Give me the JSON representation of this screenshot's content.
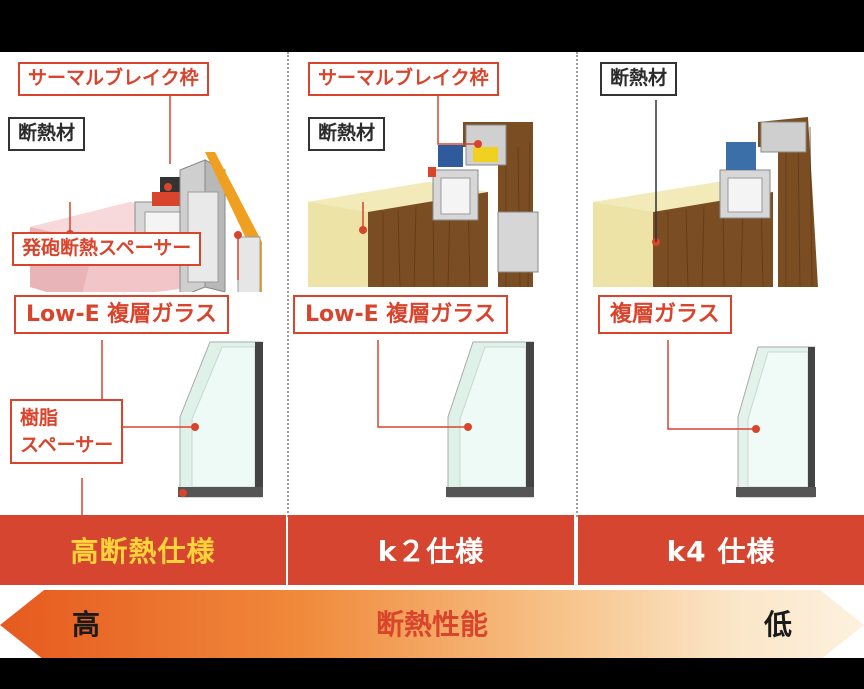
{
  "columns": [
    {
      "labels": {
        "frame": "サーマルブレイク枠",
        "insulation": "断熱材",
        "spacer_foam": "発砲断熱スペーサー",
        "glass": "Low-E 複層ガラス",
        "resin_spacer_line1": "樹脂",
        "resin_spacer_line2": "スペーサー"
      },
      "spec": "高断熱仕様"
    },
    {
      "labels": {
        "frame": "サーマルブレイク枠",
        "insulation": "断熱材",
        "glass": "Low-E 複層ガラス"
      },
      "spec": "k２仕様"
    },
    {
      "labels": {
        "insulation": "断熱材",
        "glass": "複層ガラス"
      },
      "spec": "k4 仕様"
    }
  ],
  "performance_arrow": {
    "high": "高",
    "title": "断熱性能",
    "low": "低"
  },
  "colors": {
    "accent_red": "#d9442d",
    "band_red": "#d6452f",
    "spec_highlight": "#ffd43b",
    "spec_text": "#ffffff",
    "insulation_pink": "#f2c6c9",
    "insulation_yellow": "#ede3a6",
    "wood": "#7a4e22"
  }
}
